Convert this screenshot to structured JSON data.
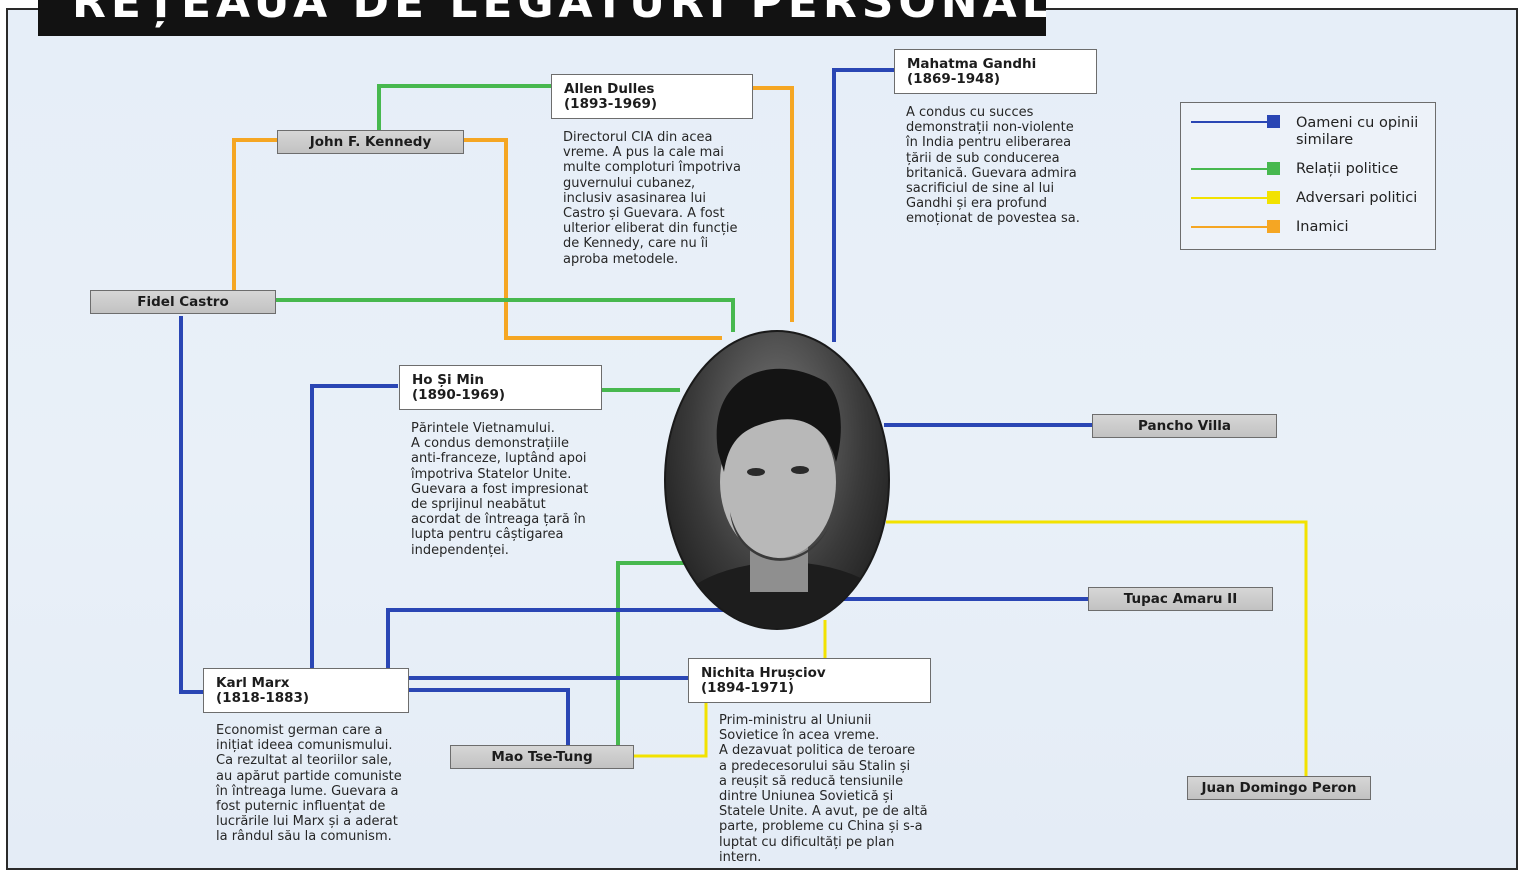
{
  "title": "REȚEAUA DE LEGĂTURI PERSONALE",
  "colors": {
    "similar": "#2a46b4",
    "political": "#47b84f",
    "adversary": "#f2e200",
    "enemy": "#f5a623"
  },
  "legend": [
    {
      "label_lines": [
        "Oameni cu opinii",
        "similare"
      ],
      "color": "#2a46b4"
    },
    {
      "label_lines": [
        "Relații politice"
      ],
      "color": "#47b84f"
    },
    {
      "label_lines": [
        "Adversari politici"
      ],
      "color": "#f2e200"
    },
    {
      "label_lines": [
        "Inamici"
      ],
      "color": "#f5a623"
    }
  ],
  "center": {
    "icon": "portrait-photo"
  },
  "people": {
    "kennedy": {
      "name": "John F. Kennedy"
    },
    "castro": {
      "name": "Fidel Castro"
    },
    "villa": {
      "name": "Pancho Villa"
    },
    "amaru": {
      "name": "Tupac Amaru II"
    },
    "mao": {
      "name": "Mao Tse-Tung"
    },
    "peron": {
      "name": "Juan Domingo Peron"
    },
    "dulles": {
      "name": "Allen Dulles",
      "years": "(1893-1969)",
      "text": [
        "Directorul CIA din acea",
        "vreme. A pus la cale mai",
        "multe comploturi împotriva",
        "guvernului cubanez,",
        "inclusiv asasinarea lui",
        "Castro și Guevara. A fost",
        "ulterior eliberat din funcție",
        "de Kennedy, care nu îi",
        "aproba metodele."
      ]
    },
    "gandhi": {
      "name": "Mahatma Gandhi",
      "years": "(1869-1948)",
      "text": [
        "A condus cu succes",
        "demonstrații non-violente",
        "în India pentru eliberarea",
        "țării de sub conducerea",
        "britanică. Guevara admira",
        "sacrificiul de sine al lui",
        "Gandhi și era profund",
        "emoționat de povestea sa."
      ]
    },
    "ho": {
      "name": "Ho Și Min",
      "years": "(1890-1969)",
      "text": [
        "Părintele Vietnamului.",
        "A condus demonstrațiile",
        "anti-franceze, luptând apoi",
        "împotriva Statelor Unite.",
        "Guevara a fost impresionat",
        "de sprijinul neabătut",
        "acordat de întreaga țară în",
        "lupta pentru câștigarea",
        "independenței."
      ]
    },
    "marx": {
      "name": "Karl Marx",
      "years": "(1818-1883)",
      "text": [
        "Economist german care a",
        "inițiat ideea comunismului.",
        "Ca rezultat al teoriilor sale,",
        "au apărut partide comuniste",
        "în întreaga lume. Guevara a",
        "fost puternic influențat de",
        "lucrările lui Marx și a aderat",
        "la rândul său la comunism."
      ]
    },
    "hrusciov": {
      "name": "Nichita Hrușciov",
      "years": "(1894-1971)",
      "text": [
        "Prim-ministru al Uniunii",
        "Sovietice în acea vreme.",
        "A dezavuat politica de teroare",
        "a predecesorului său Stalin și",
        "a reușit să reducă tensiunile",
        "dintre Uniunea Sovietică și",
        "Statele Unite. A avut, pe de altă",
        "parte, probleme cu China și s-a",
        "luptat cu dificultăți pe plan",
        "intern."
      ]
    }
  }
}
